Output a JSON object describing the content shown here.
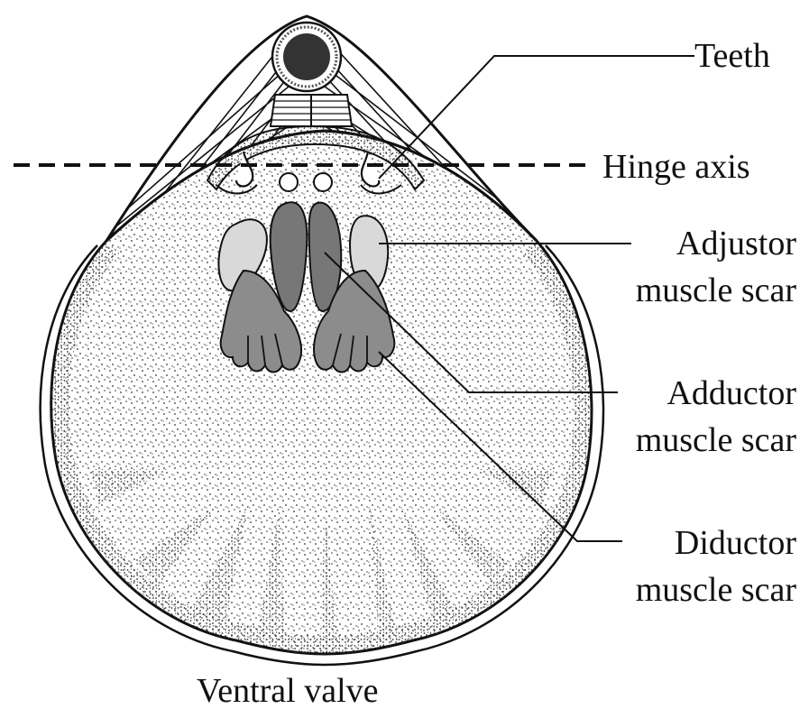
{
  "labels": {
    "teeth": "Teeth",
    "hinge_axis": "Hinge axis",
    "adjustor_line1": "Adjustor",
    "adjustor_line2": "muscle scar",
    "adductor_line1": "Adductor",
    "adductor_line2": "muscle scar",
    "diductor_line1": "Diductor",
    "diductor_line2": "muscle scar",
    "caption": "Ventral valve"
  },
  "colors": {
    "outline": "#111111",
    "stipple": "#333333",
    "adjustor_fill": "#d9d9d9",
    "adductor_fill": "#777777",
    "diductor_fill": "#8c8c8c",
    "foramen_fill": "#333333"
  }
}
